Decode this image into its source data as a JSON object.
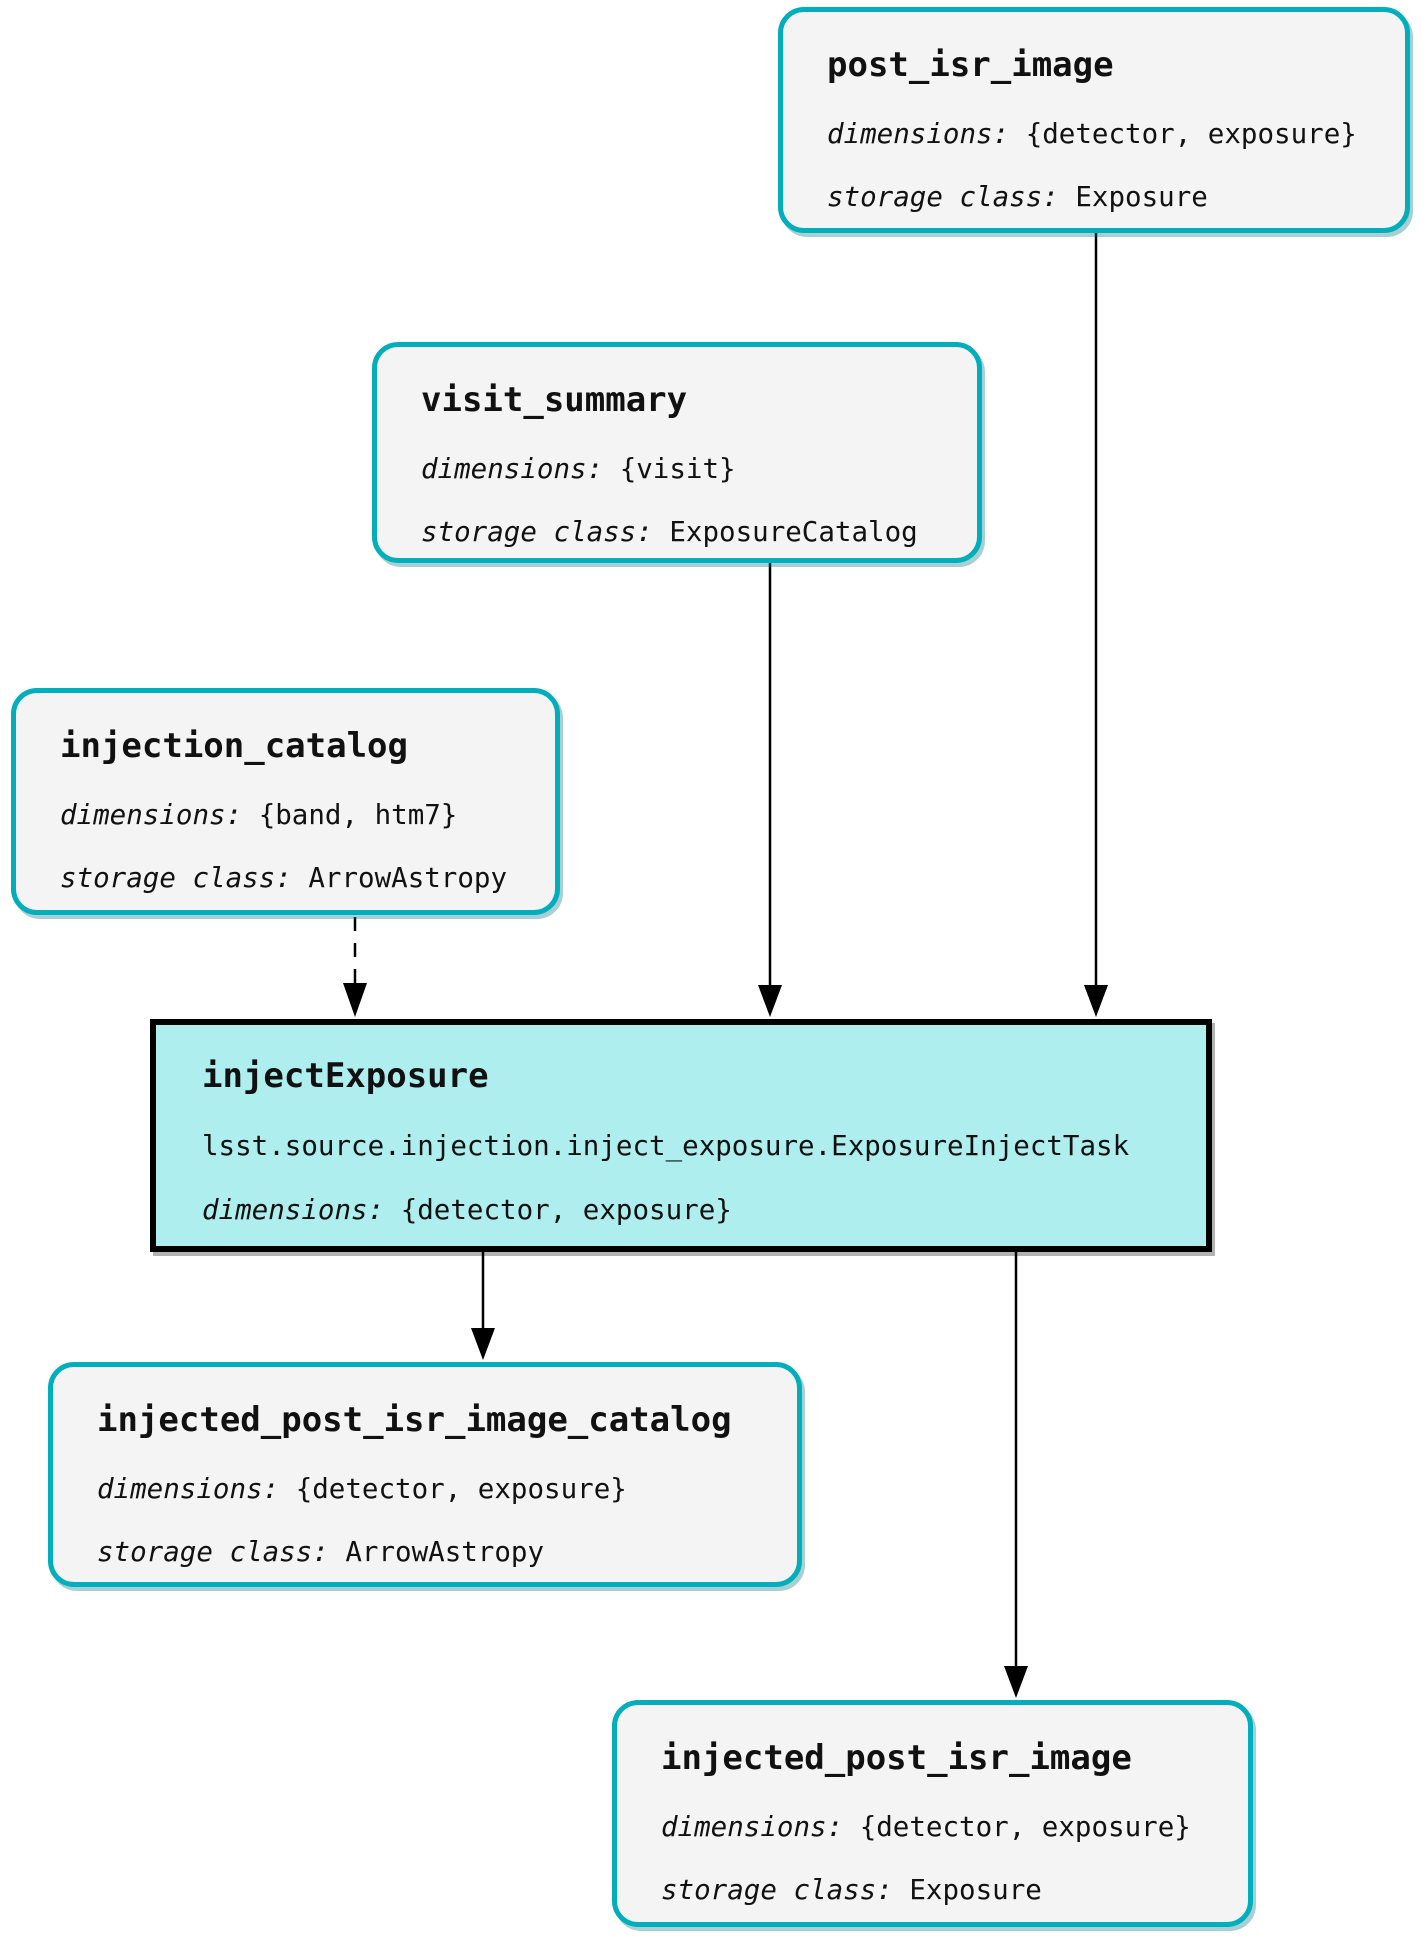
{
  "colors": {
    "node_border": "#00aebc",
    "node_fill": "#f4f4f4",
    "task_fill": "#aeeeee",
    "task_border": "#000000",
    "edge_color": "#000000",
    "text_color": "#111111"
  },
  "nodes": [
    {
      "title": "post_isr_image",
      "dim_label": "dimensions:",
      "dim_value": "{detector, exposure}",
      "sc_label": "storage class:",
      "sc_value": "Exposure"
    },
    {
      "title": "visit_summary",
      "dim_label": "dimensions:",
      "dim_value": "{visit}",
      "sc_label": "storage class:",
      "sc_value": "ExposureCatalog"
    },
    {
      "title": "injection_catalog",
      "dim_label": "dimensions:",
      "dim_value": "{band, htm7}",
      "sc_label": "storage class:",
      "sc_value": "ArrowAstropy"
    },
    {
      "title": "injected_post_isr_image_catalog",
      "dim_label": "dimensions:",
      "dim_value": "{detector, exposure}",
      "sc_label": "storage class:",
      "sc_value": "ArrowAstropy"
    },
    {
      "title": "injected_post_isr_image",
      "dim_label": "dimensions:",
      "dim_value": "{detector, exposure}",
      "sc_label": "storage class:",
      "sc_value": "Exposure"
    }
  ],
  "task": {
    "title": "injectExposure",
    "task_class": "lsst.source.injection.inject_exposure.ExposureInjectTask",
    "dim_label": "dimensions:",
    "dim_value": "{detector, exposure}"
  }
}
